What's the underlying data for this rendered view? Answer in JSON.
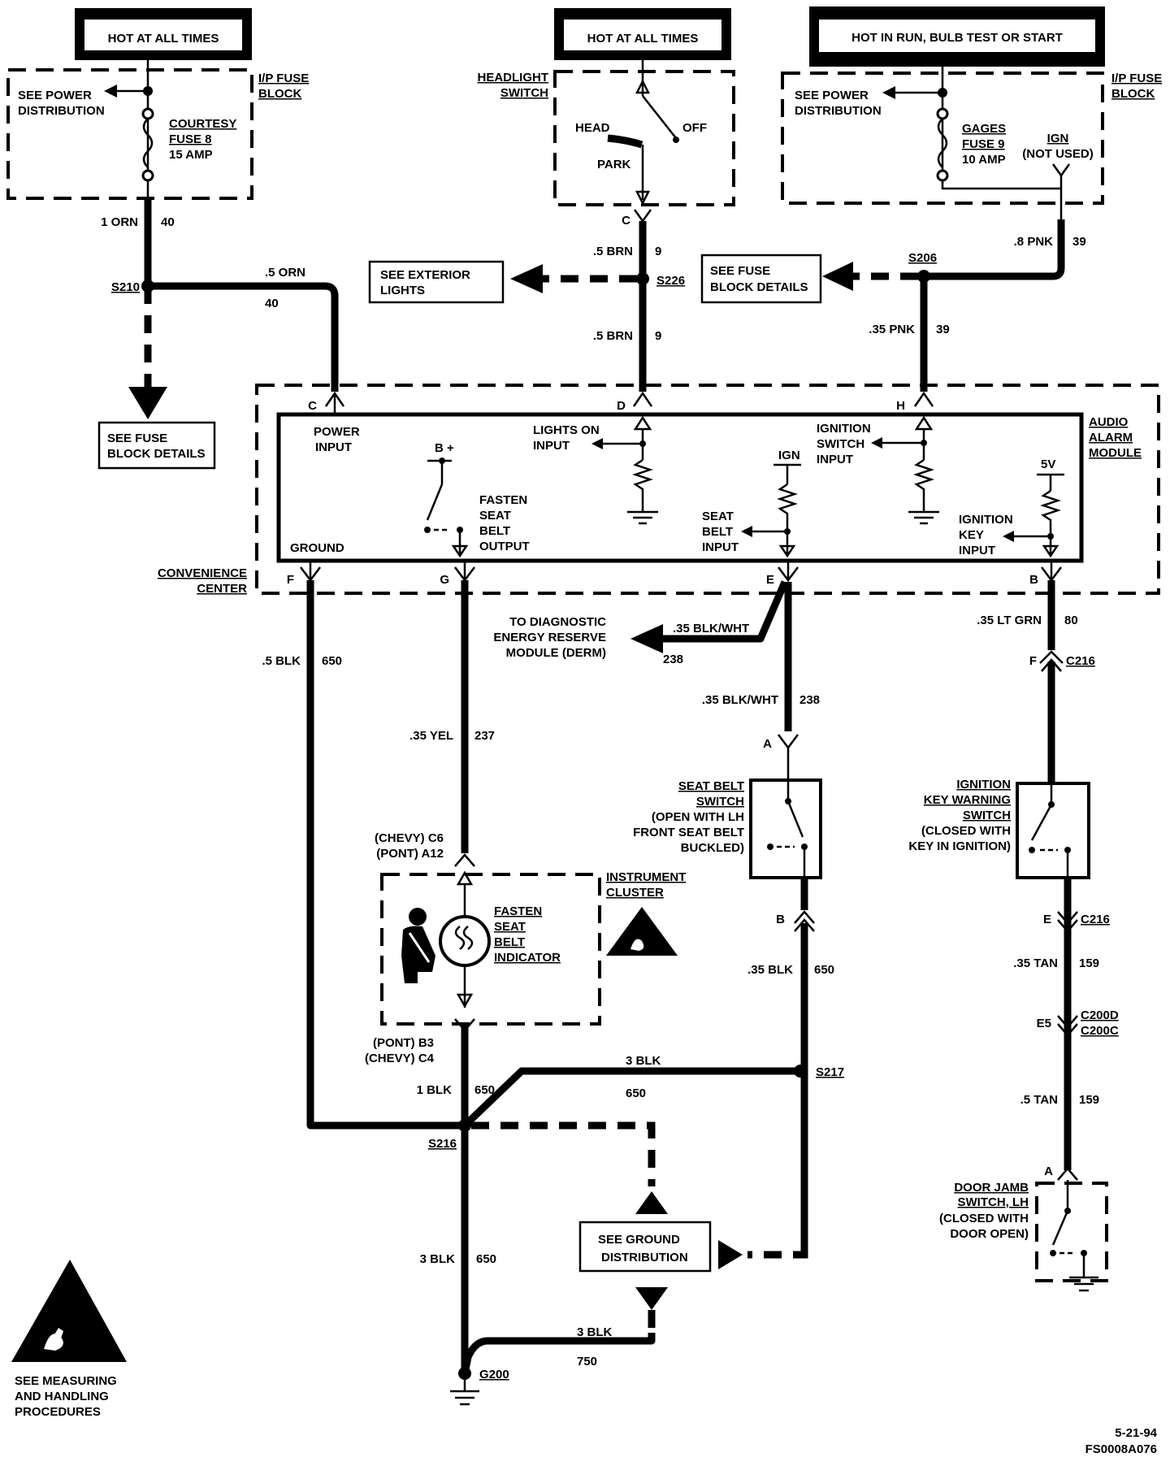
{
  "sources": {
    "hot_left": "HOT AT ALL TIMES",
    "hot_mid": "HOT AT ALL TIMES",
    "hot_right": "HOT IN RUN, BULB TEST OR START"
  },
  "fuse_left": {
    "see_power": [
      "SEE POWER",
      "DISTRIBUTION"
    ],
    "block": [
      "I/P FUSE",
      "BLOCK"
    ],
    "fuse": [
      "COURTESY",
      "FUSE 8",
      "15 AMP"
    ]
  },
  "fuse_right": {
    "see_power": [
      "SEE POWER",
      "DISTRIBUTION"
    ],
    "block": [
      "I/P FUSE",
      "BLOCK"
    ],
    "fuse": [
      "GAGES",
      "FUSE 9",
      "10 AMP"
    ],
    "ign": [
      "IGN",
      "(NOT USED)"
    ]
  },
  "headlight": {
    "title": [
      "HEADLIGHT",
      "SWITCH"
    ],
    "head": "HEAD",
    "off": "OFF",
    "park": "PARK",
    "pin": "C"
  },
  "wires": {
    "w1": [
      "1 ORN",
      "40"
    ],
    "w2": [
      ".5 ORN",
      "40"
    ],
    "w3": [
      ".5 BRN",
      "9"
    ],
    "w4": [
      ".5 BRN",
      "9"
    ],
    "w5": [
      ".8 PNK",
      "39"
    ],
    "w6": [
      ".35 PNK",
      "39"
    ],
    "w7": [
      ".5 BLK",
      "650"
    ],
    "w8": [
      ".35 YEL",
      "237"
    ],
    "w9": [
      ".35 BLK/WHT",
      "238"
    ],
    "w10": [
      ".35 BLK/WHT",
      "238"
    ],
    "w11": [
      ".35 LT GRN",
      "80"
    ],
    "w12": [
      ".35 BLK",
      "650"
    ],
    "w13": [
      ".35 TAN",
      "159"
    ],
    "w14": [
      ".5 TAN",
      "159"
    ],
    "w15": [
      "1 BLK",
      "650"
    ],
    "w16": [
      "3 BLK",
      "650"
    ],
    "w17": [
      "3 BLK",
      "650"
    ],
    "w18": [
      "3 BLK",
      "750"
    ]
  },
  "splices": {
    "s210": "S210",
    "s226": "S226",
    "s206": "S206",
    "s217": "S217",
    "s216": "S216",
    "g200": "G200"
  },
  "refs": {
    "ext_lights": [
      "SEE EXTERIOR",
      "LIGHTS"
    ],
    "fuse_details_left": [
      "SEE FUSE",
      "BLOCK DETAILS"
    ],
    "fuse_details_right": [
      "SEE FUSE",
      "BLOCK DETAILS"
    ],
    "derm": [
      "TO DIAGNOSTIC",
      "ENERGY RESERVE",
      "MODULE (DERM)"
    ],
    "ground_dist": [
      "SEE GROUND",
      "DISTRIBUTION"
    ]
  },
  "module": {
    "title": [
      "AUDIO",
      "ALARM",
      "MODULE"
    ],
    "center": [
      "CONVENIENCE",
      "CENTER"
    ],
    "power_input": [
      "POWER",
      "INPUT"
    ],
    "lights_on": [
      "LIGHTS ON",
      "INPUT"
    ],
    "ignition_switch": [
      "IGNITION",
      "SWITCH",
      "INPUT"
    ],
    "fasten_output": [
      "FASTEN",
      "SEAT",
      "BELT",
      "OUTPUT"
    ],
    "seat_belt_input": [
      "SEAT",
      "BELT",
      "INPUT"
    ],
    "ignition_key_input": [
      "IGNITION",
      "KEY",
      "INPUT"
    ],
    "ground": "GROUND",
    "bplus": "B +",
    "ign": "IGN",
    "five_v": "5V",
    "pins": {
      "c": "C",
      "d": "D",
      "h": "H",
      "f": "F",
      "g": "G",
      "e": "E",
      "b": "B"
    }
  },
  "cluster": {
    "title": [
      "INSTRUMENT",
      "CLUSTER"
    ],
    "indicator": [
      "FASTEN",
      "SEAT",
      "BELT",
      "INDICATOR"
    ],
    "pin_top": [
      "(CHEVY) C6",
      "(PONT) A12"
    ],
    "pin_bottom": [
      "(PONT) B3",
      "(CHEVY) C4"
    ]
  },
  "seatbelt_switch": {
    "title": [
      "SEAT BELT",
      "SWITCH"
    ],
    "note": [
      "(OPEN WITH LH",
      "FRONT SEAT BELT",
      "BUCKLED)"
    ],
    "pin_a": "A",
    "pin_b": "B"
  },
  "ignkey_switch": {
    "title": [
      "IGNITION",
      "KEY WARNING",
      "SWITCH"
    ],
    "note": [
      "(CLOSED WITH",
      "KEY IN IGNITION)"
    ]
  },
  "connectors": {
    "c216_f": [
      "F",
      "C216"
    ],
    "c216_e": [
      "E",
      "C216"
    ],
    "c200": [
      "E5",
      "C200D",
      "C200C"
    ]
  },
  "door": {
    "title": [
      "DOOR JAMB",
      "SWITCH, LH"
    ],
    "note": [
      "(CLOSED WITH",
      "DOOR OPEN)"
    ],
    "pin": "A"
  },
  "esd": [
    "SEE MEASURING",
    "AND HANDLING",
    "PROCEDURES"
  ],
  "footer": [
    "5-21-94",
    "FS0008A076"
  ]
}
